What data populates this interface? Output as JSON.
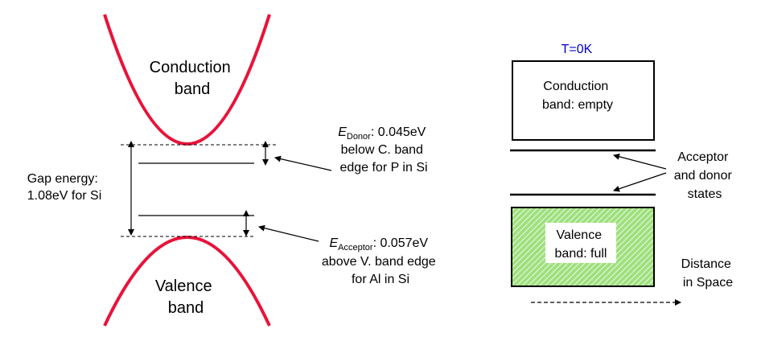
{
  "left": {
    "conduction_band": [
      "Conduction",
      "band"
    ],
    "valence_band": [
      "Valence",
      "band"
    ],
    "gap": [
      "Gap energy:",
      "1.08eV for Si"
    ],
    "donor": {
      "symbol": "E",
      "subscript": "Donor",
      "value": ": 0.045eV",
      "lines": [
        "below C. band",
        "edge for P in Si"
      ]
    },
    "acceptor": {
      "symbol": "E",
      "subscript": "Acceptor",
      "value": ": 0.057eV",
      "lines": [
        "above V. band edge",
        "for Al in Si"
      ]
    }
  },
  "right": {
    "temperature": "T=0K",
    "conduction_box": [
      "Conduction",
      "band: empty"
    ],
    "valence_box": [
      "Valence",
      "band: full"
    ],
    "states_label": [
      "Acceptor",
      "and donor",
      "states"
    ],
    "distance_label": [
      "Distance",
      "in Space"
    ]
  },
  "colors": {
    "band_curve": "#e8133a",
    "temperature": "#0000cc",
    "valence_fill": "#9fe07e",
    "valence_hatch": "#ffffff"
  }
}
